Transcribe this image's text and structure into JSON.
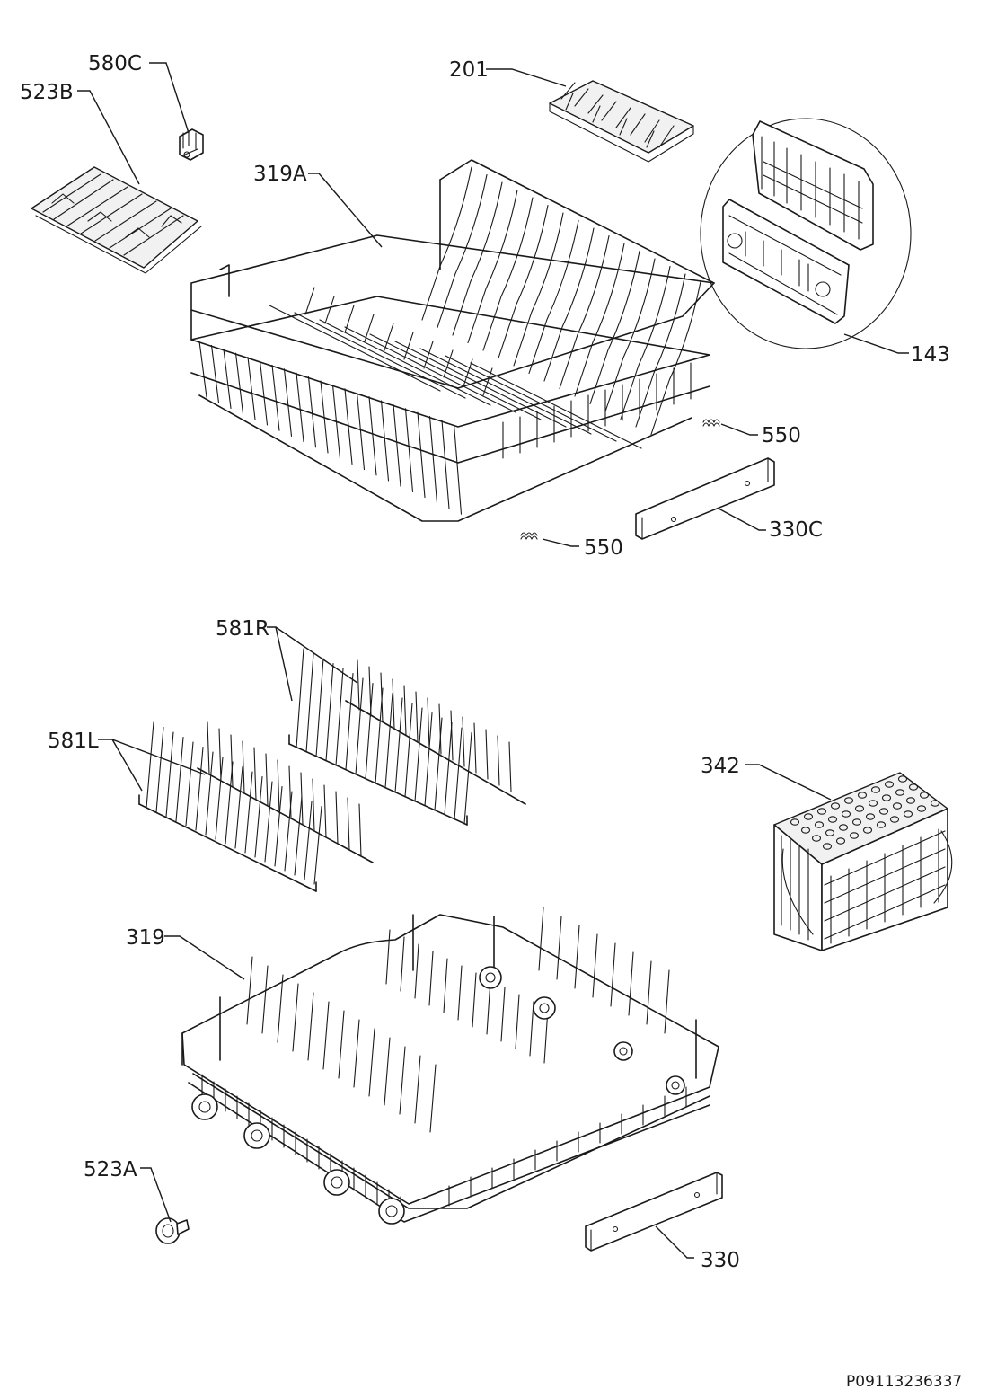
{
  "diagram": {
    "labels": {
      "p580C": "580C",
      "p523B": "523B",
      "p201": "201",
      "p319A": "319A",
      "p143": "143",
      "p550_upper": "550",
      "p550_lower": "550",
      "p330C": "330C",
      "p581R": "581R",
      "p581L": "581L",
      "p342": "342",
      "p319": "319",
      "p523A": "523A",
      "p330": "330"
    },
    "document_id": "P09113236337"
  }
}
